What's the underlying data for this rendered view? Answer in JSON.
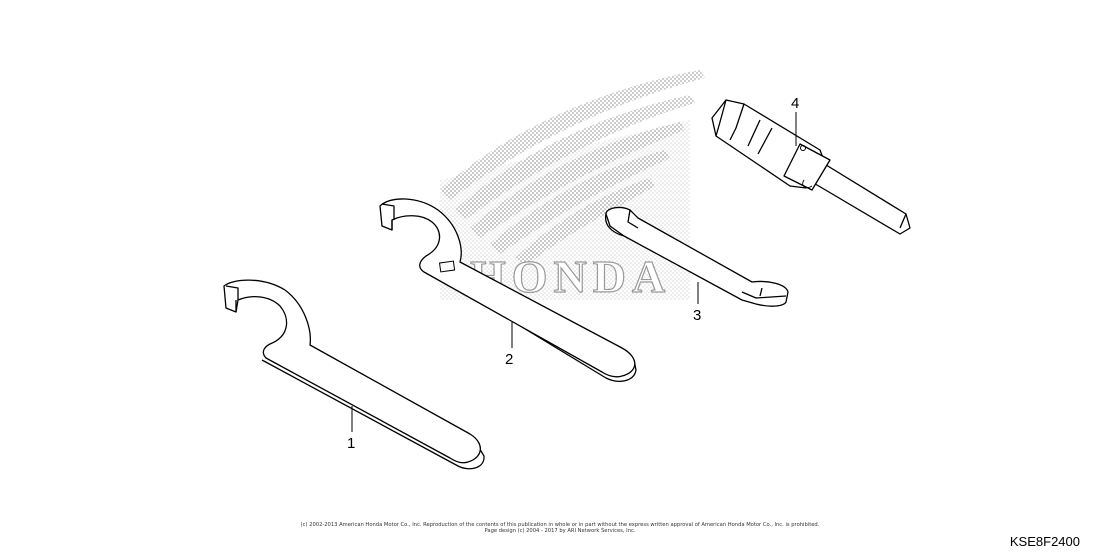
{
  "callouts": {
    "c1": "1",
    "c2": "2",
    "c3": "3",
    "c4": "4"
  },
  "watermark": {
    "text": "HONDA",
    "color": "#aaaaaa"
  },
  "footer": {
    "copyright_line1": "(c) 2002-2013 American Honda Motor Co., Inc. Reproduction of the contents of this publication in whole or in part without the express written approval of American Honda Motor Co., Inc. is prohibited.",
    "copyright_line2": "Page design (c) 2004 - 2017 by ARI Network Services, Inc.",
    "diagram_code": "KSE8F2400"
  }
}
